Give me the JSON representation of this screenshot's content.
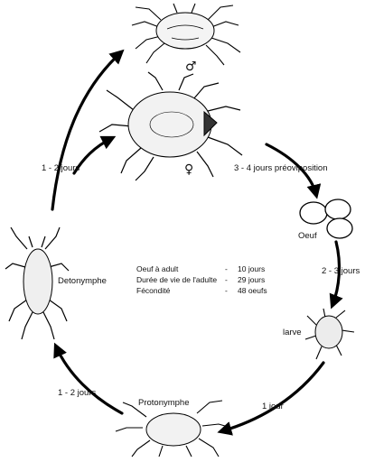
{
  "stages": {
    "male_symbol": "♂",
    "female_symbol": "♀",
    "egg": "Oeuf",
    "larva": "larve",
    "protonymph": "Protonymphe",
    "deutonymph": "Detonymphe"
  },
  "transitions": {
    "preoviposition": "3 - 4 jours préoviposition",
    "egg_to_larva": "2 - 3 jours",
    "larva_to_protonymph": "1 jour",
    "protonymph_to_deutonymph": "1 - 2 jours",
    "deutonymph_to_adult": "1 - 2 jours"
  },
  "stats": [
    {
      "label": "Oeuf à adult",
      "dash": "-",
      "value": "10 jours"
    },
    {
      "label": "Durée de vie de l'adulte",
      "dash": "-",
      "value": "29 jours"
    },
    {
      "label": "Fécondité",
      "dash": "-",
      "value": "48 oeufs"
    }
  ]
}
